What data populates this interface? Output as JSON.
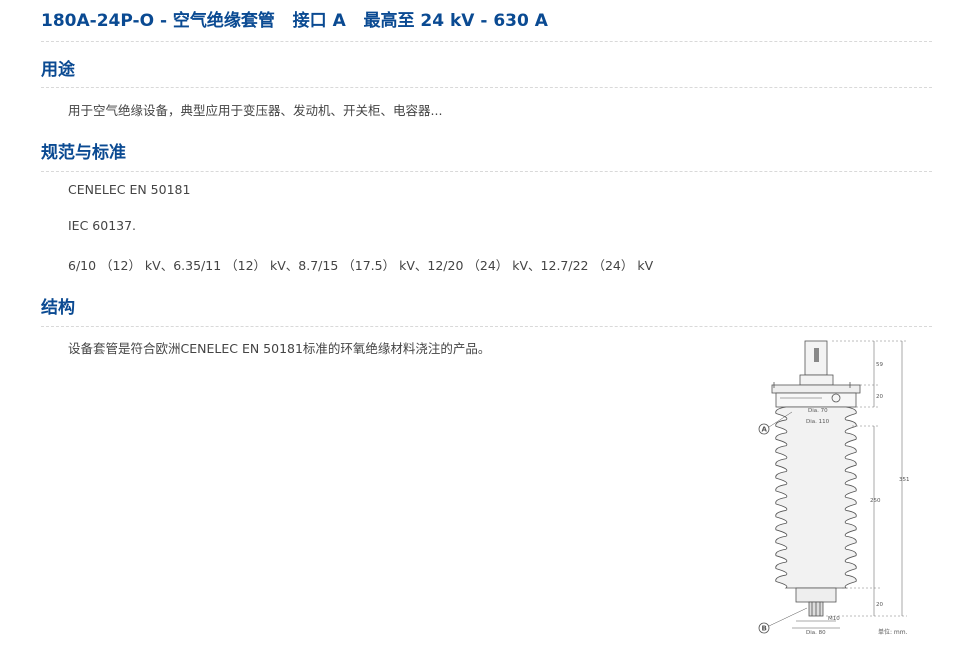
{
  "header": {
    "title": "180A-24P-O - 空气绝缘套管   接口 A   最高至 24 kV - 630 A"
  },
  "sections": {
    "usage": {
      "heading": "用途",
      "text": "用于空气绝缘设备，典型应用于变压器、发动机、开关柜、电容器..."
    },
    "standards": {
      "heading": "规范与标准",
      "items": [
        "CENELEC EN 50181",
        "IEC 60137.",
        "6/10 （12） kV、6.35/11 （12） kV、8.7/15 （17.5） kV、12/20 （24） kV、12.7/22 （24） kV"
      ]
    },
    "structure": {
      "heading": "结构",
      "text": "设备套管是符合欧洲CENELEC EN 50181标准的环氧绝缘材料浇注的产品。"
    }
  },
  "drawing": {
    "labels": {
      "dim_59": "59",
      "dim_20_top": "20",
      "dim_70": "Dia. 70",
      "dim_110": "Dia. 110",
      "dim_250": "250",
      "dim_351": "351",
      "dim_20_bottom": "20",
      "dim_m10": "M10",
      "dim_80": "Dia. 80",
      "marker_a": "A",
      "marker_b": "B",
      "unit": "单位: mm."
    }
  }
}
